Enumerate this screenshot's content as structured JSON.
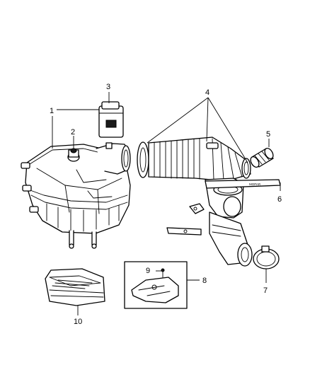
{
  "diagram": {
    "callouts": [
      {
        "id": "1",
        "label": "1"
      },
      {
        "id": "2",
        "label": "2"
      },
      {
        "id": "3",
        "label": "3"
      },
      {
        "id": "4",
        "label": "4"
      },
      {
        "id": "5",
        "label": "5"
      },
      {
        "id": "6",
        "label": "6"
      },
      {
        "id": "7",
        "label": "7"
      },
      {
        "id": "8",
        "label": "8"
      },
      {
        "id": "9",
        "label": "9"
      },
      {
        "id": "10",
        "label": "10"
      }
    ],
    "strap_text": "MOPAR"
  }
}
